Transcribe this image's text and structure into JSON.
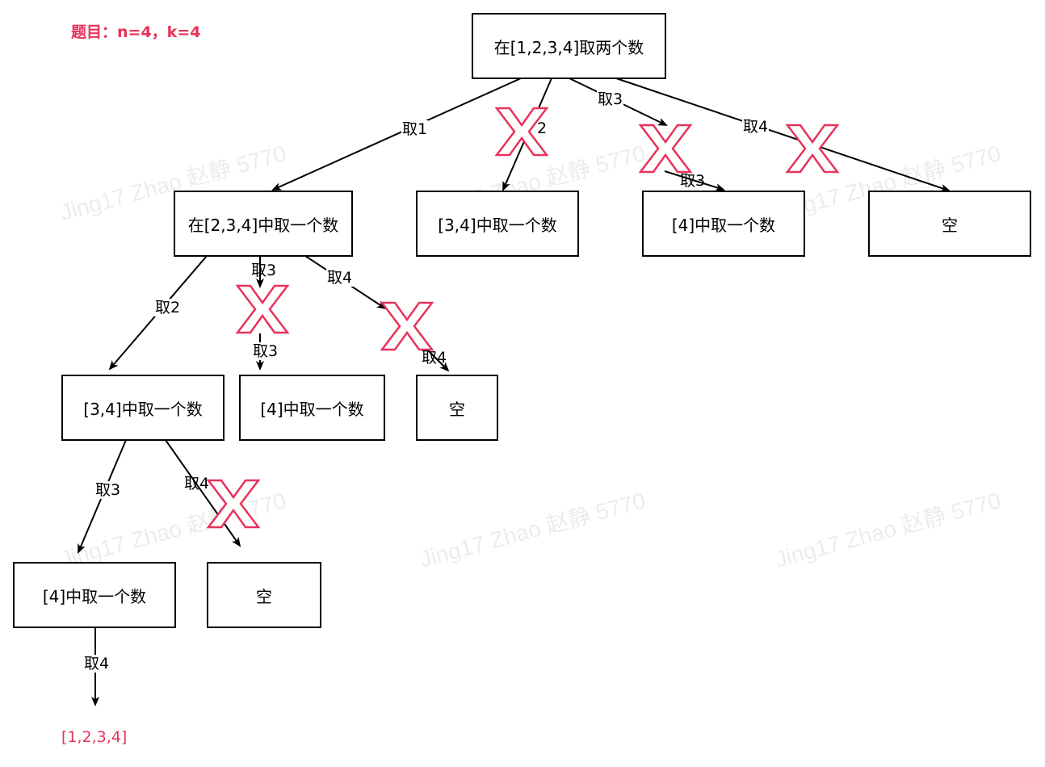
{
  "title": "题目：n=4，k=4",
  "result": "[1,2,3,4]",
  "watermark": "Jing17 Zhao 赵静 5770",
  "colors": {
    "accent": "#e8325a",
    "line": "#000000"
  },
  "nodes": {
    "root": "在[1,2,3,4]取两个数",
    "l1_a": "在[2,3,4]中取一个数",
    "l1_b": "[3,4]中取一个数",
    "l1_c": "[4]中取一个数",
    "l1_d": "空",
    "l2_a": "[3,4]中取一个数",
    "l2_b": "[4]中取一个数",
    "l2_c": "空",
    "l3_a": "[4]中取一个数",
    "l3_b": "空"
  },
  "edge_labels": {
    "root_take1": "取1",
    "root_take2": "2",
    "root_take3": "取3",
    "root_take3_inner": "取3",
    "root_take4": "取4",
    "a_take2": "取2",
    "a_take3_top": "取3",
    "a_take3_bottom": "取3",
    "a_take4": "取4",
    "a_take4_inner": "取4",
    "b_take3": "取3",
    "b_take4": "取4",
    "c_take4": "取4"
  },
  "pruned_marks": [
    "x-mark-icon",
    "x-mark-icon",
    "x-mark-icon",
    "x-mark-icon",
    "x-mark-icon",
    "x-mark-icon",
    "x-mark-icon"
  ]
}
